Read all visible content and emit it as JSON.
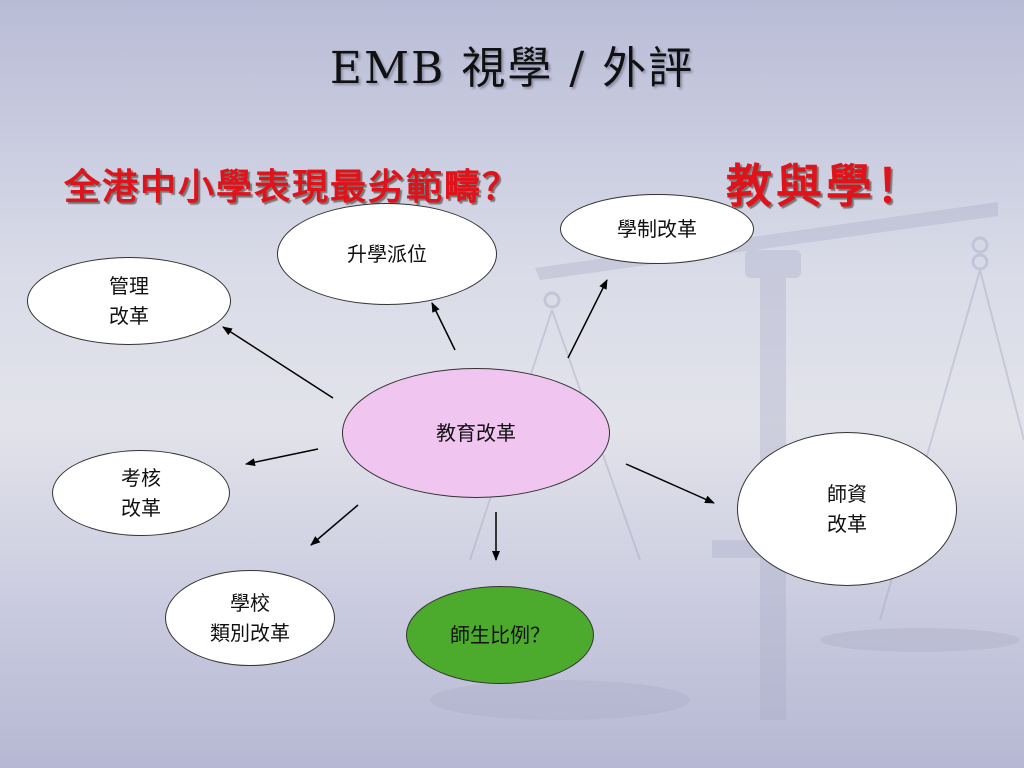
{
  "slide": {
    "title": "EMB 視學 / 外評",
    "subtitle": "全港中小學表現最劣範疇？",
    "subtitle_right": "教與學！"
  },
  "diagram": {
    "center": {
      "label": "教育改革",
      "color": "#f0c6f0"
    },
    "nodes": [
      {
        "id": "admission",
        "label": "升學派位"
      },
      {
        "id": "academic-structure",
        "label": "學制改革"
      },
      {
        "id": "management",
        "label": "管理\n改革"
      },
      {
        "id": "assessment",
        "label": "考核\n改革"
      },
      {
        "id": "school-type",
        "label": "學校\n類別改革"
      },
      {
        "id": "teacher-student-ratio",
        "label": "師生比例？",
        "color": "#4caa2d"
      },
      {
        "id": "teacher-quality",
        "label": "師資\n改革"
      }
    ]
  }
}
